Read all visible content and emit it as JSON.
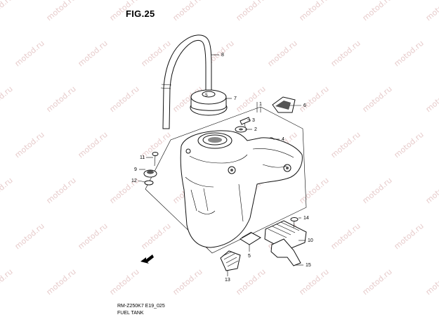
{
  "figure": {
    "title": "FIG.25"
  },
  "footer": {
    "code": "RM-Z250K7 E19_025",
    "name": "FUEL TANK"
  },
  "watermark": {
    "text": "motod.ru"
  },
  "callouts": [
    {
      "number": "1"
    },
    {
      "number": "2"
    },
    {
      "number": "3"
    },
    {
      "number": "4"
    },
    {
      "number": "5"
    },
    {
      "number": "6"
    },
    {
      "number": "7"
    },
    {
      "number": "8"
    },
    {
      "number": "9"
    },
    {
      "number": "10"
    },
    {
      "number": "11"
    },
    {
      "number": "12"
    },
    {
      "number": "13"
    },
    {
      "number": "14"
    },
    {
      "number": "15"
    }
  ],
  "colors": {
    "line": "#000000",
    "watermark": "#e7cccc",
    "background": "#ffffff"
  },
  "icons": {
    "direction": "arrow-left-icon"
  }
}
